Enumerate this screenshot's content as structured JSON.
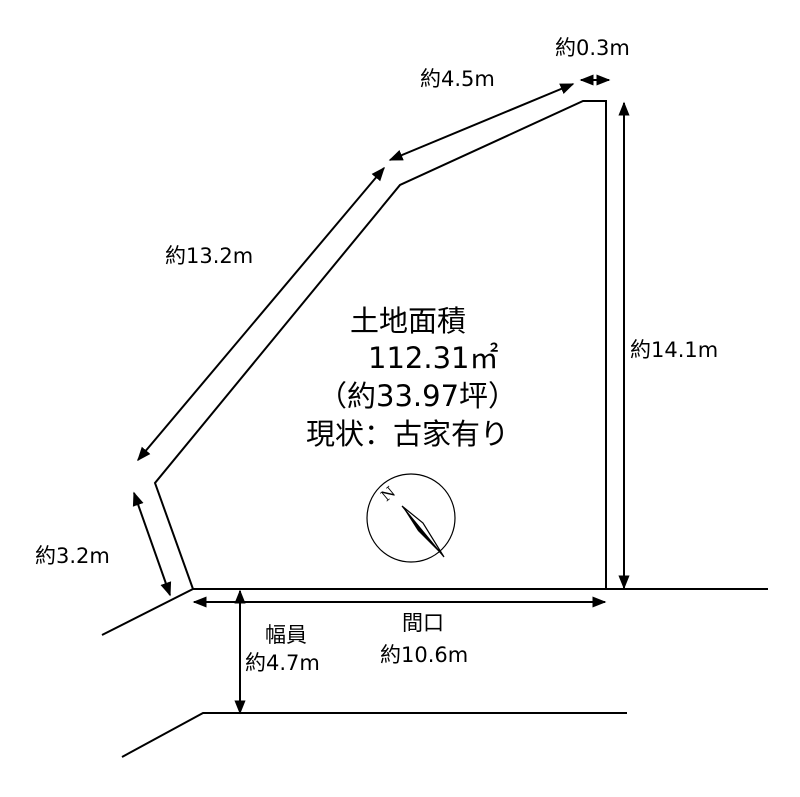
{
  "dimensions": {
    "top_short": "約0.3m",
    "top_slant": "約4.5m",
    "left_long": "約13.2m",
    "left_short": "約3.2m",
    "right_side": "約14.1m",
    "frontage_label": "間口",
    "frontage_value": "約10.6m",
    "road_width_label": "幅員",
    "road_width_value": "約4.7m"
  },
  "info": {
    "area_title": "土地面積",
    "area_value": "112.31㎡",
    "area_tsubo": "（約33.97坪）",
    "status": "現状：古家有り"
  },
  "compass": {
    "north_letter": "N"
  }
}
